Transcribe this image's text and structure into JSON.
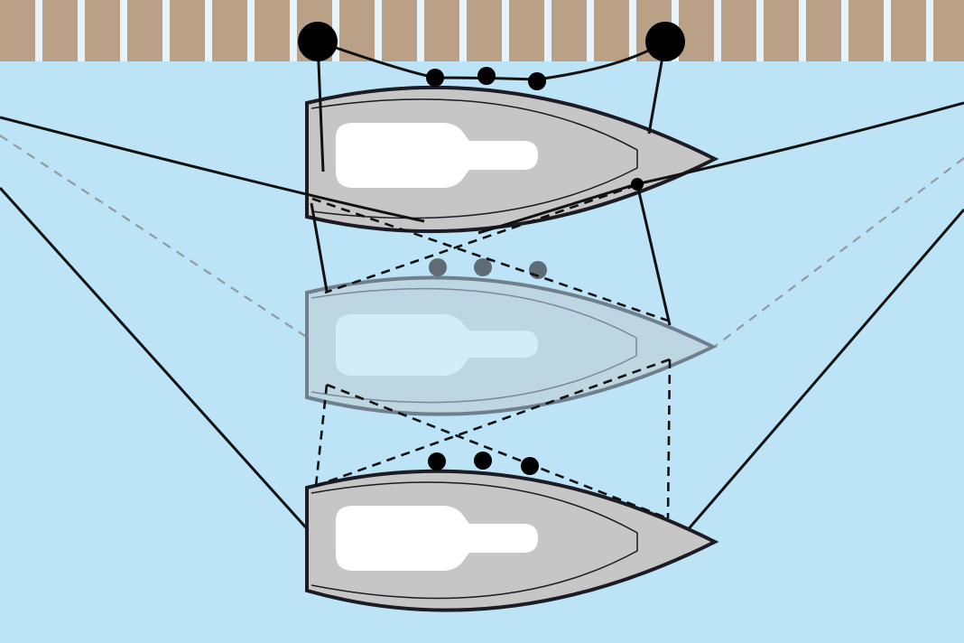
{
  "colors": {
    "water": "#bde3f6",
    "dock_plank": "#b9a086",
    "dock_gap": "#e6f3fa",
    "hull": "#c6c6c6",
    "hull_outline": "#1c1a22",
    "cockpit": "#ffffff",
    "ghost_hull": "#bed6e2",
    "ghost_outline": "#6f7f8c",
    "ghost_cockpit": "#d4ecf8",
    "ghost_fender": "#5f6b75",
    "line": "#111111",
    "faded_line": "#8f9aa2",
    "fender": "#000000"
  },
  "boats": [
    {
      "name": "boat-top",
      "state": "solid"
    },
    {
      "name": "boat-middle",
      "state": "ghost"
    },
    {
      "name": "boat-bottom",
      "state": "solid"
    }
  ],
  "dock": {
    "cleats": 2
  }
}
